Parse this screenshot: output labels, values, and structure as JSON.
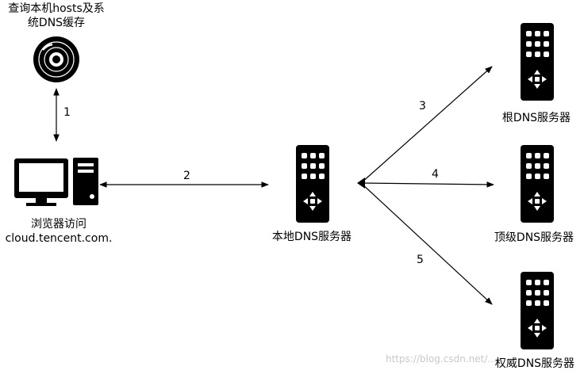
{
  "nodes": {
    "cache": {
      "line1": "查询本机hosts及系",
      "line2": "统DNS缓存"
    },
    "browser": {
      "line1": "浏览器访问",
      "line2": "cloud.tencent.com."
    },
    "local_dns": {
      "label": "本地DNS服务器"
    },
    "root_dns": {
      "label": "根DNS服务器"
    },
    "tld_dns": {
      "label": "顶级DNS服务器"
    },
    "auth_dns": {
      "label": "权威DNS服务器"
    }
  },
  "edges": {
    "e1": "1",
    "e2": "2",
    "e3": "3",
    "e4": "4",
    "e5": "5"
  },
  "watermark": "https://blog.csdn.net/...",
  "colors": {
    "ink": "#000000",
    "watermark": "#c9c9c9",
    "background": "#ffffff"
  }
}
